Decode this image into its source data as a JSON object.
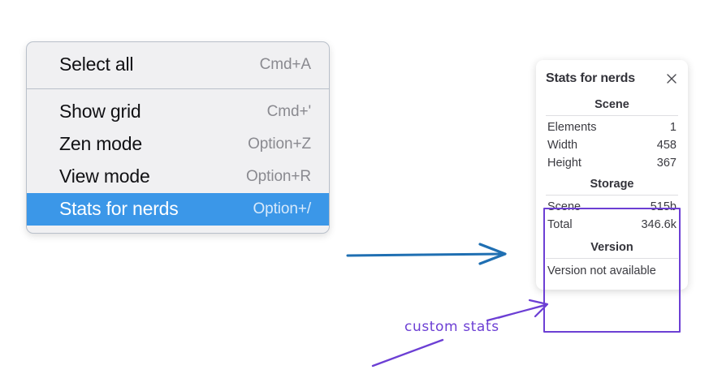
{
  "context_menu": {
    "sections": [
      {
        "items": [
          {
            "label": "Select all",
            "accel": "Cmd+A",
            "selected": false
          }
        ]
      },
      {
        "items": [
          {
            "label": "Show grid",
            "accel": "Cmd+'",
            "selected": false
          },
          {
            "label": "Zen mode",
            "accel": "Option+Z",
            "selected": false
          },
          {
            "label": "View mode",
            "accel": "Option+R",
            "selected": false
          },
          {
            "label": "Stats for nerds",
            "accel": "Option+/",
            "selected": true
          }
        ]
      }
    ],
    "highlight_color": "#3b97e8"
  },
  "stats_panel": {
    "title": "Stats for nerds",
    "close_icon": "close-icon",
    "scene": {
      "heading": "Scene",
      "rows": [
        {
          "key": "Elements",
          "value": "1"
        },
        {
          "key": "Width",
          "value": "458"
        },
        {
          "key": "Height",
          "value": "367"
        }
      ]
    },
    "storage": {
      "heading": "Storage",
      "rows": [
        {
          "key": "Scene",
          "value": "515b"
        },
        {
          "key": "Total",
          "value": "346.6k"
        }
      ]
    },
    "version": {
      "heading": "Version",
      "text": "Version not available"
    },
    "highlight_color": "#6c3fd4"
  },
  "annotations": {
    "custom_stats_label": "custom stats",
    "arrow_blue_color": "#1f6fb2",
    "arrow_purple_color": "#6c3fd4"
  }
}
